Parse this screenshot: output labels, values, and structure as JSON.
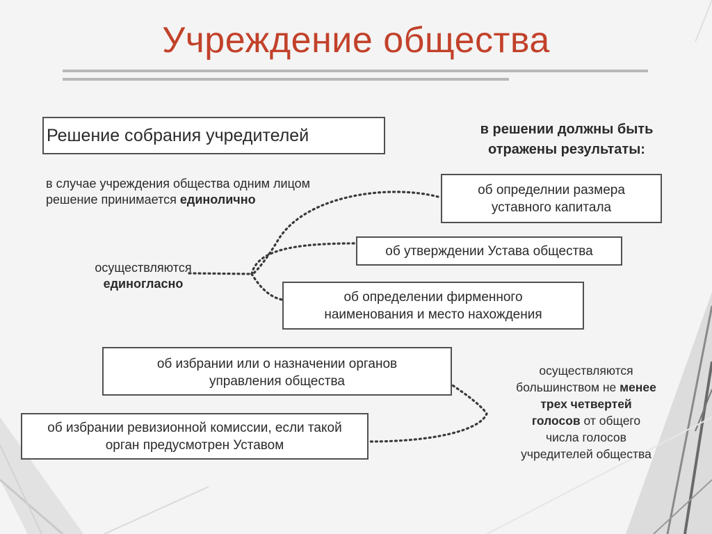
{
  "slide": {
    "title": "Учреждение общества"
  },
  "main_box": {
    "label": "Решение собрания учредителей"
  },
  "single_founder": {
    "line1": "в случае учреждения общества одним лицом",
    "line2_prefix": "решение принимается ",
    "line2_bold": "единолично"
  },
  "unanimous": {
    "line1": "осуществляются",
    "line2": "единогласно"
  },
  "results_header": {
    "line1": "в решении должны быть",
    "line2": "отражены результаты:"
  },
  "items": {
    "capital": {
      "line1": "об определнии размера",
      "line2": "уставного капитала"
    },
    "charter": {
      "label": "об утверждении Устава общества"
    },
    "name": {
      "line1": "об определении фирменного",
      "line2": "наименования и место нахождения"
    },
    "bodies": {
      "line1": "об избрании или о назначении органов",
      "line2": "управления общества"
    },
    "audit": {
      "line1": "об избрании ревизионной комиссии, если такой",
      "line2": "орган предусмотрен Уставом"
    }
  },
  "majority": {
    "line1": "осуществляются",
    "line2_prefix": "большинством не ",
    "line2_bold": "менее",
    "line3_bold": "трех четвертей",
    "line4_bold": "голосов",
    "line4_suffix": " от общего",
    "line5": "числа голосов",
    "line6": "учредителей общества"
  },
  "colors": {
    "title": "#c2412a",
    "border": "#505050",
    "text": "#2a2a2a",
    "background": "#f4f4f4"
  }
}
